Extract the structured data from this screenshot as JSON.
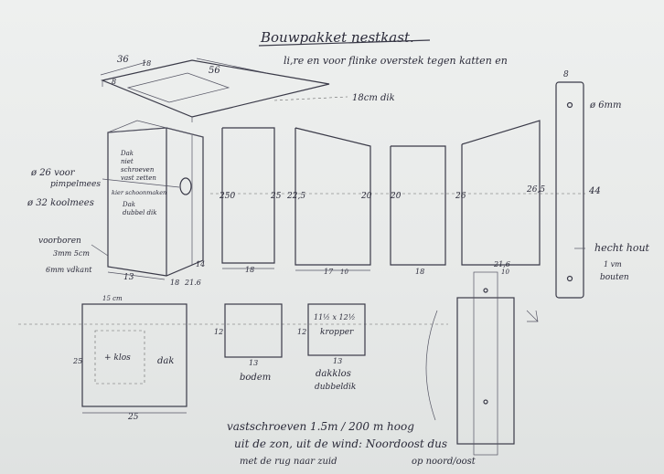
{
  "title": "Bouwpakket nestkast.",
  "subtitle": "li,re en voor flinke overstek tegen katten en",
  "roof_thickness": "18cm dik",
  "dims_top": {
    "w36": "36",
    "w18": "18",
    "w8": "8",
    "w56": "56"
  },
  "left_notes": {
    "entry": "ø 26 voor",
    "entry2": "pimpelmees",
    "entry3": "ø 32 koolmees",
    "predrill": "voorboren",
    "predrill2": "3mm 5cm",
    "predrill3": "6mm vdkant"
  },
  "box_notes": {
    "l1": "Dak",
    "l2": "niet",
    "l3": "schroeven",
    "l4": "vast zetten",
    "l5": "kier schoonmaken",
    "l6": "Dak",
    "l7": "dubbel dik"
  },
  "box_dims": {
    "b13": "13",
    "b18": "18",
    "b14": "14",
    "b21": "21.6"
  },
  "panels": {
    "h250": "250",
    "h25": "25",
    "h225": "22,5",
    "h20a": "20",
    "h20b": "20",
    "h26": "26",
    "h265": "26,5",
    "w18a": "18",
    "w17": "17",
    "w10": "10",
    "w18b": "18",
    "w21": "21,6",
    "w10b": "10"
  },
  "post": {
    "w8": "8",
    "hole": "ø 6mm",
    "h44": "44",
    "note1": "hecht hout",
    "note2": "1 vm",
    "note3": "bouten"
  },
  "bottom": {
    "dak_width": "25",
    "dak_height": "25",
    "dak_top": "15 cm",
    "dak_klos": "+ klos",
    "dak_label": "dak",
    "w12a": "12",
    "w13a": "13",
    "bodem_label": "bodem",
    "w12b": "12",
    "klos_size": "11½ x 12½",
    "klos_word": "kropper",
    "w13b": "13",
    "klos_label": "dakklos",
    "klos_label2": "dubbeldik"
  },
  "footer": {
    "line1": "vastschroeven 1.5m / 200 m hoog",
    "line2": "uit de zon, uit de wind: Noordoost dus",
    "line3": "met de rug naar zuid",
    "line4": "op noord/oost"
  }
}
